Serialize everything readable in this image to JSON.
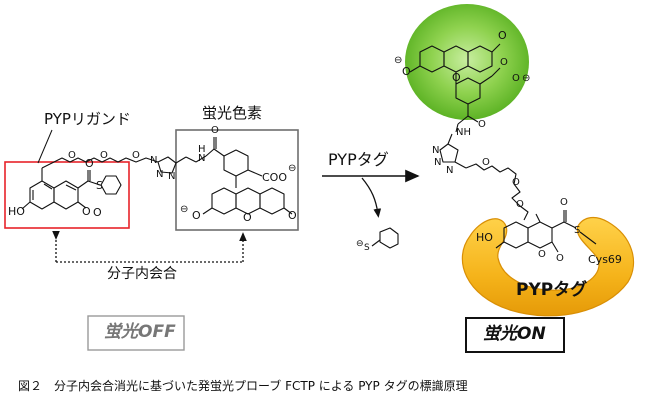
{
  "labels": {
    "ligand": "PYPリガンド",
    "fluorophore": "蛍光色素",
    "reaction": "PYPタグ",
    "intramolecular": "分子内会合",
    "off_state": "蛍光OFF",
    "on_state": "蛍光ON",
    "tag_name": "PYPタグ",
    "cysteine": "Cys69",
    "caption": "図２　分子内会合消光に基づいた発蛍光プローブ FCTP による PYP タグの標識原理"
  },
  "atoms": {
    "oh": "HO",
    "o": "O",
    "s": "S",
    "n": "N",
    "h": "H",
    "nh": "NH",
    "coo": "COO",
    "minus": "⊖"
  },
  "colors": {
    "ligand_box": "#e8232a",
    "dye_box": "#6e6e6e",
    "glow": "#7ccc3a",
    "tag": "#f2b21a",
    "tag_dark": "#d98f05"
  }
}
